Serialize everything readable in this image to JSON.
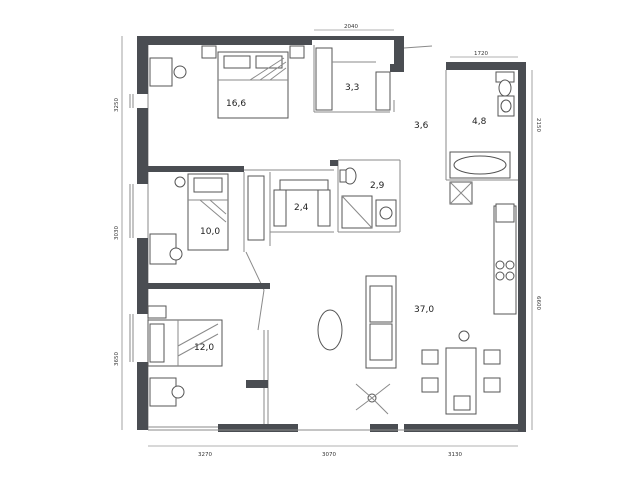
{
  "rooms": {
    "bedroom_top": "16,6",
    "wardrobe_top": "3,3",
    "hall": "3,6",
    "bathroom": "4,8",
    "wc": "2,9",
    "storage": "2,4",
    "bedroom_middle": "10,0",
    "bedroom_bottom": "12,0",
    "living_kitchen": "37,0"
  },
  "dimensions": {
    "top_wardrobe_width": "2040",
    "top_bath_width": "1720",
    "left_top": "3250",
    "left_middle": "3030",
    "left_bottom": "3650",
    "right_bath": "2150",
    "right_living": "6600",
    "bottom_left": "3270",
    "bottom_middle": "3070",
    "bottom_right": "3130"
  },
  "colors": {
    "wall": "#4a4d52",
    "line": "#8a8a8a"
  }
}
